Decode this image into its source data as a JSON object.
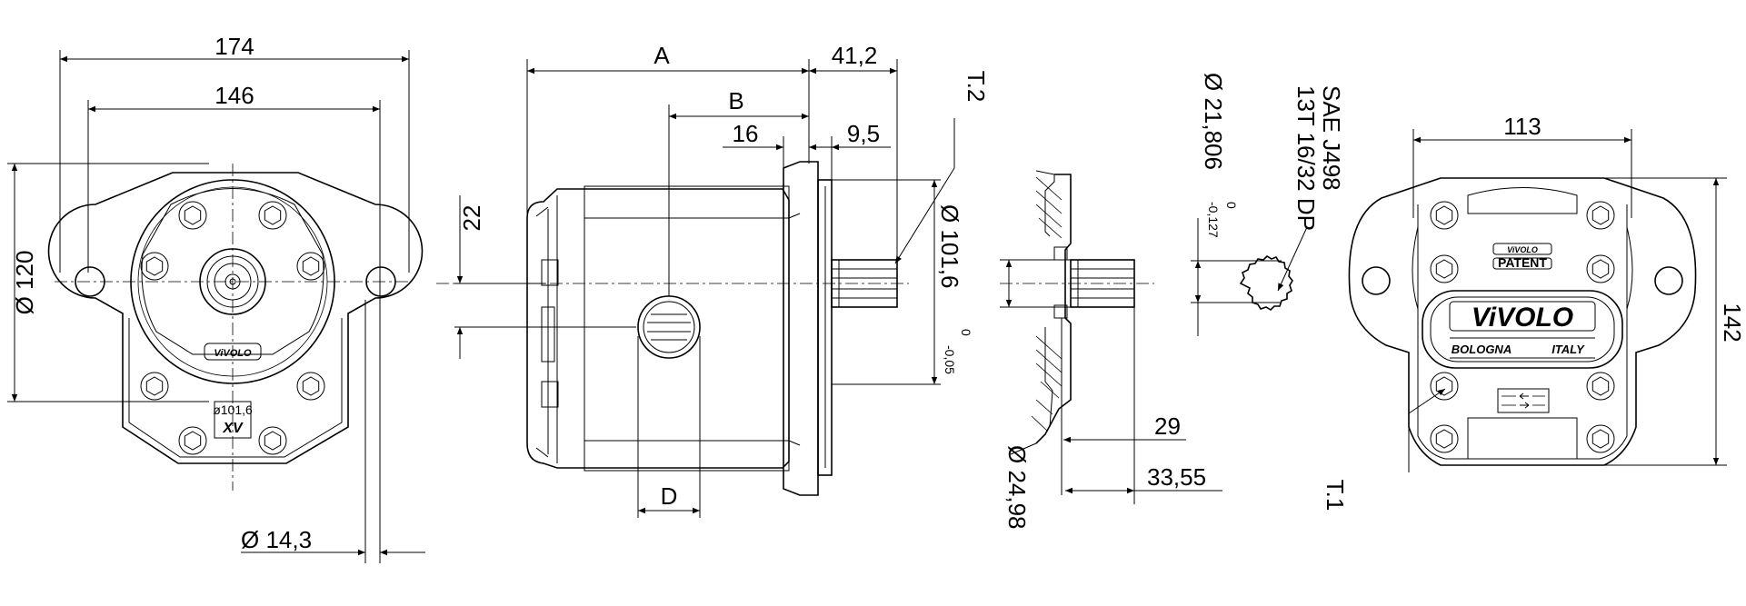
{
  "labels": {
    "d174": "174",
    "d146": "146",
    "d120": "Ø 120",
    "d14_3": "Ø 14,3",
    "dA": "A",
    "d41_2": "41,2",
    "dB": "B",
    "d16": "16",
    "d9_5": "9,5",
    "d22": "22",
    "dD": "D",
    "t2": "T.2",
    "d101_6": "Ø 101,6",
    "tol101_upper": "0",
    "tol101_lower": "-0,05",
    "d21_806": "Ø 21,806",
    "tol21_upper": "0",
    "tol21_lower": "-0,127",
    "spline_std": "SAE J498",
    "spline_spec": "13T 16/32 DP",
    "d29": "29",
    "d33_55": "33,55",
    "d24_98": "Ø 24,98",
    "d113": "113",
    "d142": "142",
    "t1": "T.1"
  },
  "markings": {
    "brand": "ViVOLO",
    "brand_small": "ViVOLO",
    "patent": "PATENT",
    "city": "BOLOGNA",
    "country": "ITALY",
    "flange_code": "ø101,6",
    "group_code": "XV"
  }
}
